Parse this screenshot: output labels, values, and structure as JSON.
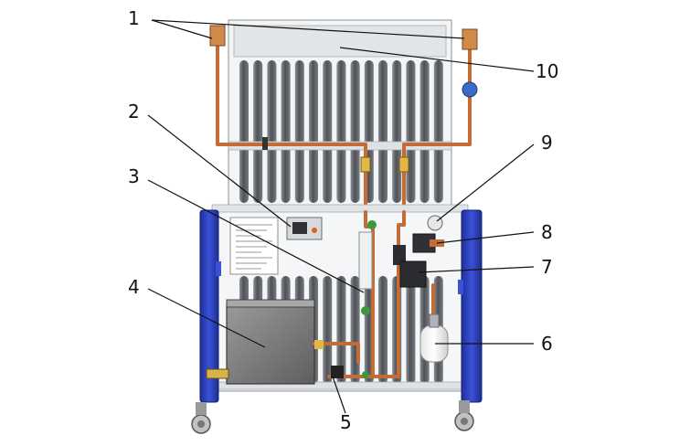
{
  "callouts": {
    "c1": "1",
    "c2": "2",
    "c3": "3",
    "c4": "4",
    "c5": "5",
    "c6": "6",
    "c7": "7",
    "c8": "8",
    "c9": "9",
    "c10": "10"
  },
  "colors": {
    "frame_blue": "#2b3fbf",
    "copper": "#c8713a",
    "tube_dark": "#5f6268",
    "panel_light": "#eceff1",
    "tank_grey": "#7d7d7d"
  }
}
